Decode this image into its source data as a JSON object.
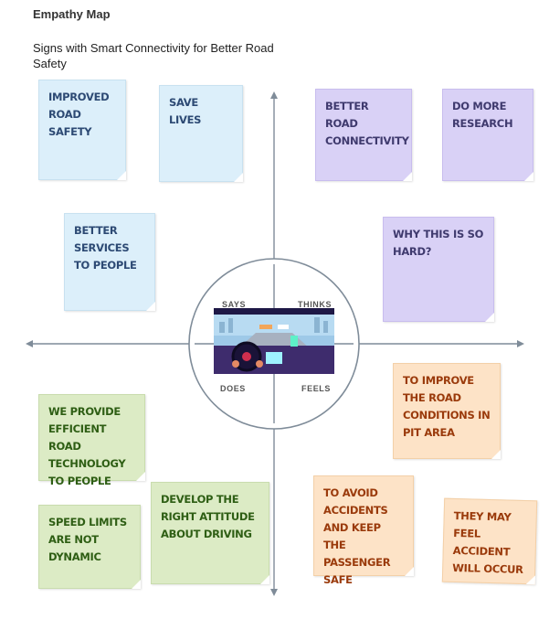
{
  "header": {
    "title": "Empathy Map",
    "subtitle": "Signs with Smart Connectivity for Better Road Safety"
  },
  "quadrants": {
    "says": "SAYS",
    "thinks": "THINKS",
    "does": "DOES",
    "feels": "FEELS"
  },
  "center_image": "car-dashboard-illustration",
  "notes": {
    "improved_road_safety": "IMPROVED ROAD SAFETY",
    "save_lives": "SAVE LIVES",
    "better_services": "BETTER SERVICES TO PEOPLE",
    "better_road_connectivity": "BETTER ROAD CONNECTIVITY",
    "do_more_research": "DO MORE RESEARCH",
    "why_so_hard": "WHY THIS IS SO HARD?",
    "efficient_road_tech": "WE PROVIDE EFFICIENT ROAD TECHNOLOGY TO PEOPLE",
    "speed_limits": "SPEED LIMITS ARE NOT DYNAMIC",
    "right_attitude": "DEVELOP THE RIGHT ATTITUDE ABOUT DRIVING",
    "improve_road_conditions": "TO IMPROVE THE ROAD CONDITIONS IN PIT AREA",
    "avoid_accidents": "TO AVOID ACCIDENTS AND KEEP THE PASSENGER SAFE",
    "accident_will_occur": "THEY MAY FEEL ACCIDENT WILL OCCUR"
  },
  "colors": {
    "says": "#dceffa",
    "thinks": "#d9d1f6",
    "does": "#dcebc5",
    "feels": "#fde3c7"
  }
}
